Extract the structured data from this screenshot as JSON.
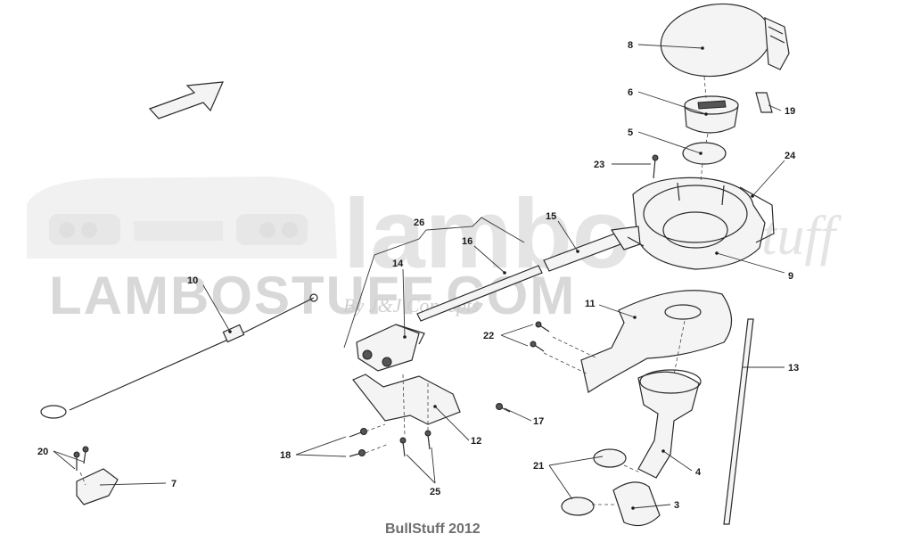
{
  "watermark": {
    "main": "LAMBOSTUFF.COM",
    "brand_left": "lambo",
    "brand_right": "stuff",
    "sub": "By J&J Concepts"
  },
  "credit": "BullStuff 2012",
  "callouts": {
    "c1": "8",
    "c2": "6",
    "c3": "19",
    "c4": "5",
    "c5": "23",
    "c6": "24",
    "c7": "15",
    "c8": "9",
    "c9": "26",
    "c10": "16",
    "c11": "14",
    "c12": "10",
    "c13": "11",
    "c14": "22",
    "c15": "13",
    "c16": "17",
    "c17": "12",
    "c18": "20",
    "c19": "18",
    "c20": "21",
    "c21": "4",
    "c22": "7",
    "c23": "25",
    "c24": "3"
  }
}
